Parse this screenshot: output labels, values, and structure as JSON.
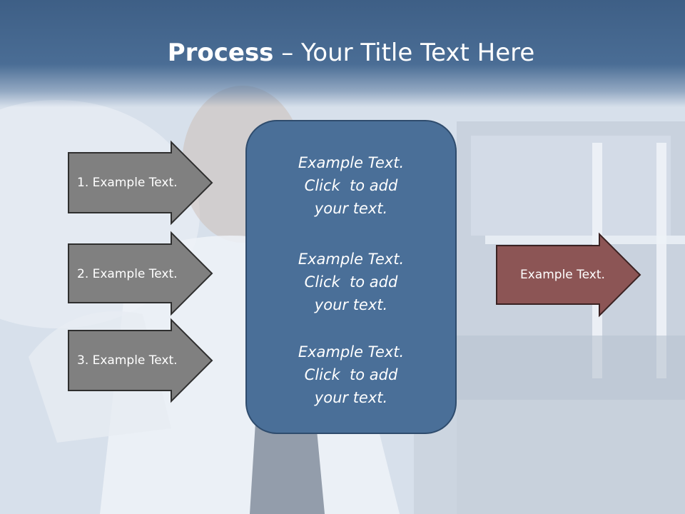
{
  "title": {
    "bold": "Process",
    "rest": " – Your Title Text Here"
  },
  "left_arrows": [
    {
      "label": "1. Example Text."
    },
    {
      "label": "2. Example Text."
    },
    {
      "label": "3. Example Text."
    }
  ],
  "center_blocks": [
    {
      "line1": "Example Text.",
      "line2": "Click  to add",
      "line3": "your text."
    },
    {
      "line1": "Example Text.",
      "line2": "Click  to add",
      "line3": "your text."
    },
    {
      "line1": "Example Text.",
      "line2": "Click  to add",
      "line3": "your text."
    }
  ],
  "right_arrow": {
    "label": "Example Text."
  },
  "colors": {
    "title_band": "#3e5f86",
    "left_arrow_fill": "#808080",
    "center_box_fill": "#4a6f98",
    "right_arrow_fill": "#8c5555"
  }
}
